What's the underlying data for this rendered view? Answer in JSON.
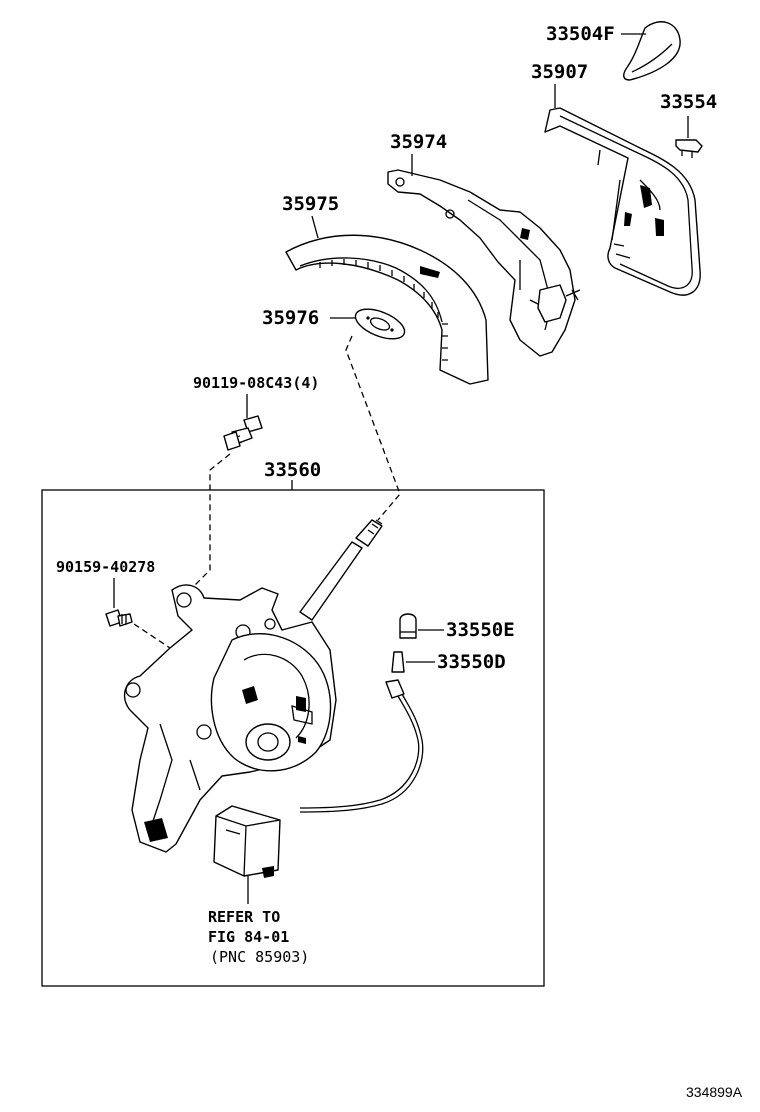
{
  "parts": [
    {
      "id": "knob",
      "label": "33504F"
    },
    {
      "id": "bezel_cover",
      "label": "35907"
    },
    {
      "id": "clip",
      "label": "33554"
    },
    {
      "id": "indicator_housing",
      "label": "35974"
    },
    {
      "id": "slide_plate",
      "label": "35975"
    },
    {
      "id": "retainer",
      "label": "35976"
    },
    {
      "id": "bolt_upper",
      "label": "90119-08C43(4)"
    },
    {
      "id": "shift_lever_assy",
      "label": "33560"
    },
    {
      "id": "bolt_lower",
      "label": "90159-40278"
    },
    {
      "id": "bulb",
      "label": "33550E"
    },
    {
      "id": "socket",
      "label": "33550D"
    }
  ],
  "reference": {
    "line1": "REFER TO",
    "line2": "FIG 84-01",
    "line3": "(PNC 85903)"
  },
  "drawing_id": "334899A"
}
